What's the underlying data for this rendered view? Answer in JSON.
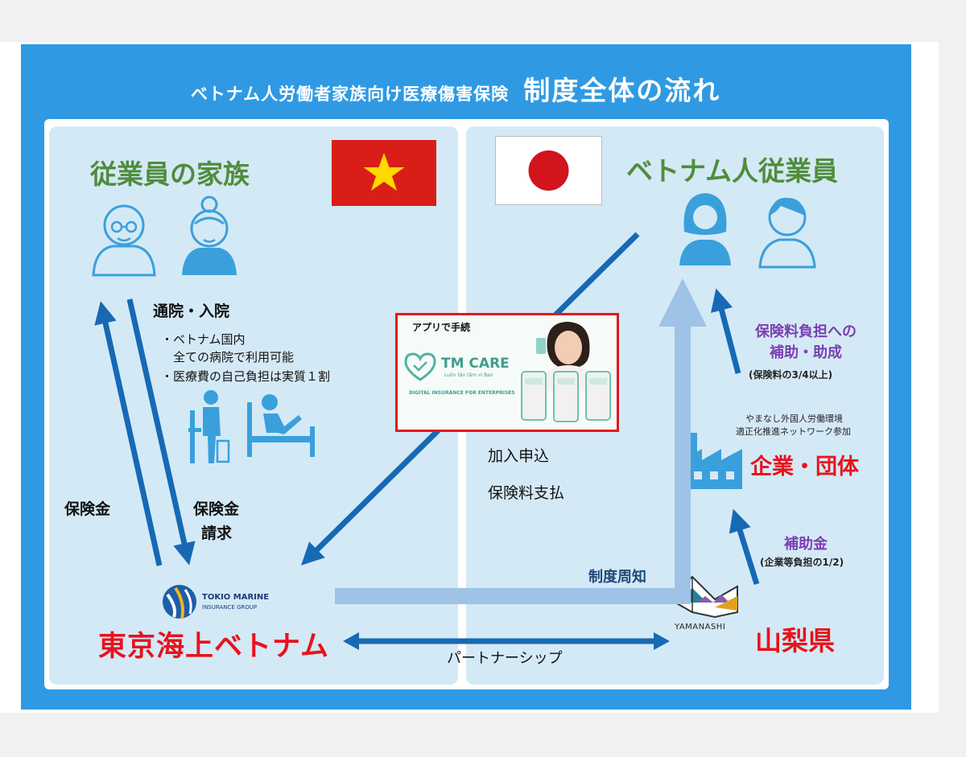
{
  "title": {
    "subtitle": "ベトナム人労働者家族向け医療傷害保険",
    "main": "制度全体の流れ"
  },
  "left_panel": {
    "heading": "従業員の家族",
    "flag": "vietnam-flag",
    "visit_title": "通院・入院",
    "bullets": [
      "・ベトナム国内",
      "　全ての病院で利用可能",
      "・医療費の自己負担は実質１割"
    ],
    "label_insurance_payment": "保険金",
    "label_claim_line1": "保険金",
    "label_claim_line2": "請求",
    "logo_line1": "TOKIO MARINE",
    "logo_line2": "INSURANCE GROUP",
    "company": "東京海上ベトナム"
  },
  "right_panel": {
    "heading": "ベトナム人従業員",
    "flag": "japan-flag",
    "subsidy_line1": "保険料負担への",
    "subsidy_line2": "補助・助成",
    "subsidy_note": "(保険料の3/4以上)",
    "network_line1": "やまなし外国人労働環境",
    "network_line2": "適正化推進ネットワーク参加",
    "enterprise": "企業・団体",
    "grant": "補助金",
    "grant_note": "(企業等負担の1/2)",
    "prefecture": "山梨県",
    "yamanashi_logo": "YAMANASHI"
  },
  "center": {
    "enroll": "加入申込",
    "premium": "保険料支払",
    "publicity": "制度周知",
    "partnership": "パートナーシップ"
  },
  "app_box": {
    "label": "アプリで手続",
    "brand": "TM CARE",
    "tagline": "Luôn tận tâm vì Bạn",
    "caption": "DIGITAL INSURANCE FOR ENTERPRISES"
  },
  "colors": {
    "frame_blue": "#2f9ae3",
    "panel_blue": "#d4e9f6",
    "arrow_dark": "#1769b4",
    "arrow_light": "#9ec3e6",
    "heading_green": "#4f8d3c",
    "accent_red": "#e8121c",
    "purple": "#7b3fb0",
    "icon_blue": "#3aa0dc"
  }
}
